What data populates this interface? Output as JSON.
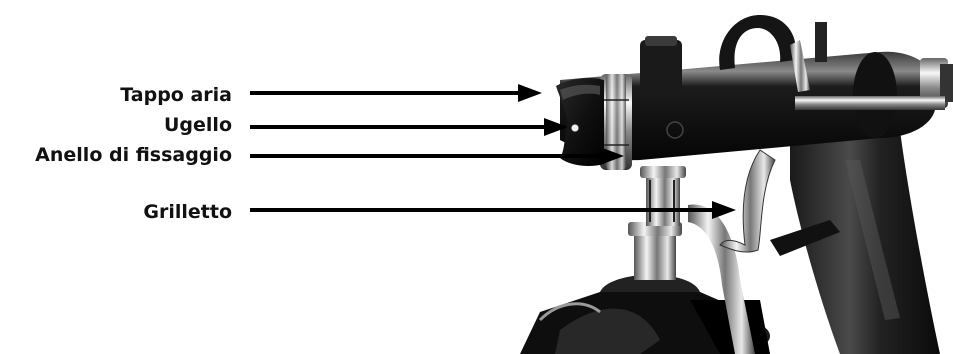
{
  "figure": {
    "subject": "spray-gun",
    "labels": [
      {
        "text": "Tappo aria"
      },
      {
        "text": "Ugello"
      },
      {
        "text": "Anello di fissaggio"
      },
      {
        "text": "Grilletto"
      }
    ]
  }
}
